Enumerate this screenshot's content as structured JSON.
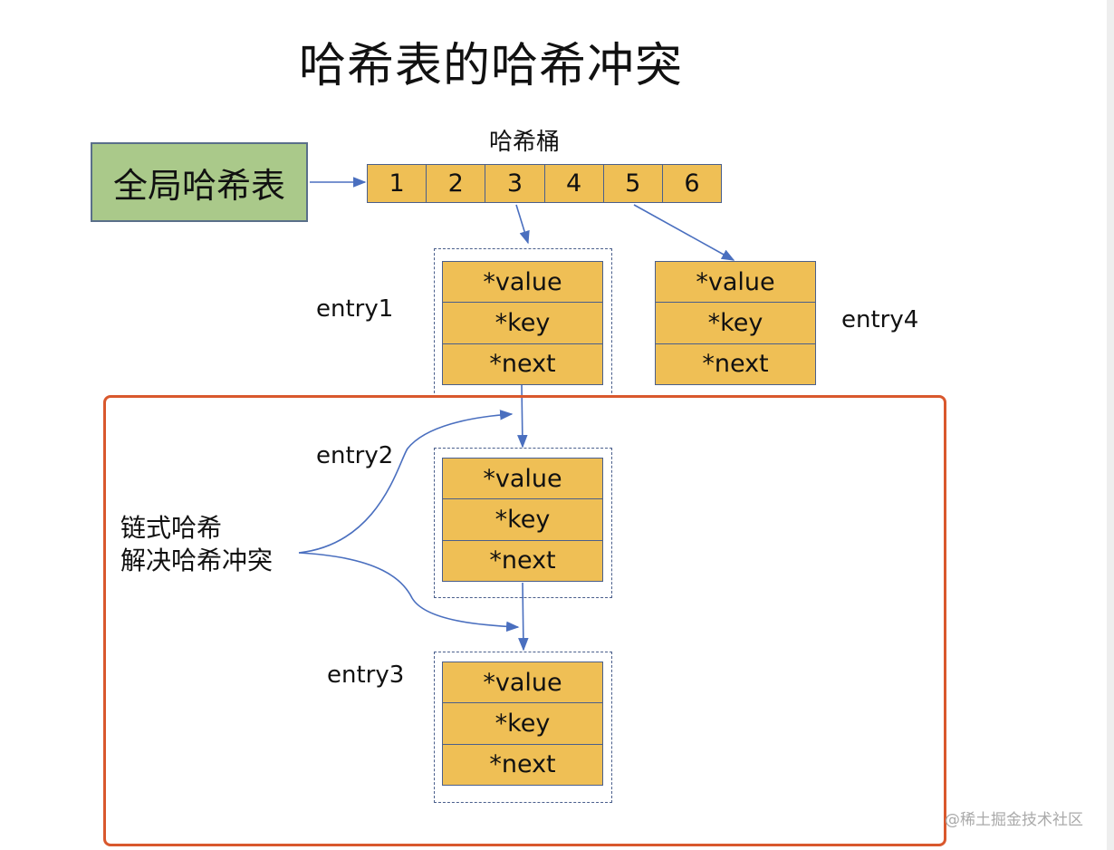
{
  "title": "哈希表的哈希冲突",
  "bucket_label": "哈希桶",
  "global_table": "全局哈希表",
  "buckets": [
    "1",
    "2",
    "3",
    "4",
    "5",
    "6"
  ],
  "entries": [
    {
      "label": "entry1",
      "fields": [
        "*value",
        "*key",
        "*next"
      ]
    },
    {
      "label": "entry4",
      "fields": [
        "*value",
        "*key",
        "*next"
      ]
    },
    {
      "label": "entry2",
      "fields": [
        "*value",
        "*key",
        "*next"
      ]
    },
    {
      "label": "entry3",
      "fields": [
        "*value",
        "*key",
        "*next"
      ]
    }
  ],
  "annotation": {
    "line1": "链式哈希",
    "line2": "解决哈希冲突"
  },
  "watermark": "@稀土掘金技术社区",
  "colors": {
    "cell_fill": "#efbf55",
    "global_fill": "#aac98a",
    "border": "#4a5f8c",
    "highlight": "#d9582d"
  }
}
